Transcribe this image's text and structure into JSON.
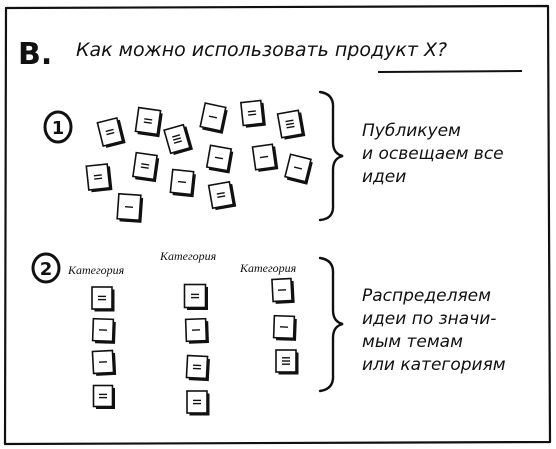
{
  "header": {
    "letter": "В.",
    "title": "Как можно использовать продукт Х?"
  },
  "step1": {
    "number": "1",
    "caption_lines": [
      "Публикуем",
      "и освещаем все",
      "идеи"
    ]
  },
  "step2": {
    "number": "2",
    "categories": [
      "Категория",
      "Категория",
      "Категория"
    ],
    "caption_lines": [
      "Распределяем",
      "идеи по значи-",
      "мым темам",
      "или категориям"
    ]
  }
}
